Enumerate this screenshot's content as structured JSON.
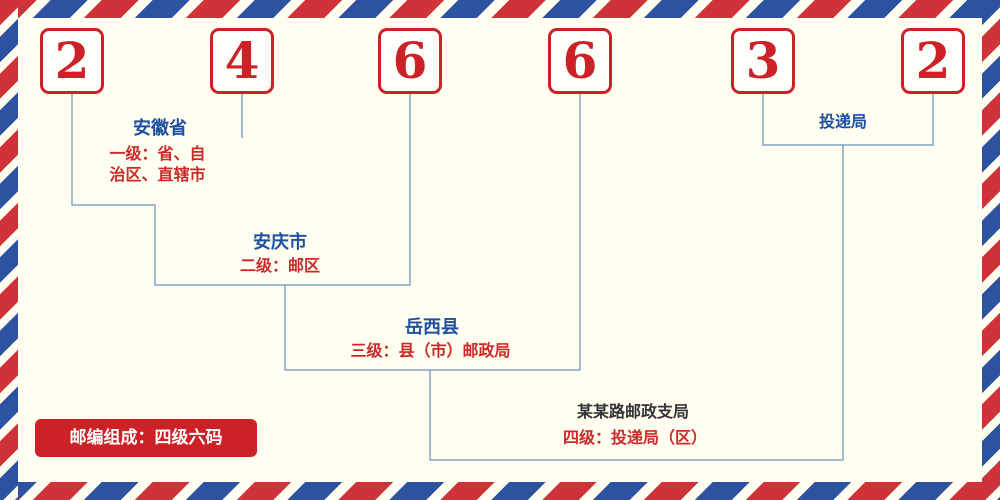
{
  "code": {
    "digits": [
      "2",
      "4",
      "6",
      "6",
      "3",
      "2"
    ]
  },
  "levels": [
    {
      "name": "安徽省",
      "desc": [
        "一级：省、自",
        "治区、直辖市"
      ]
    },
    {
      "name": "安庆市",
      "desc": [
        "二级：邮区"
      ]
    },
    {
      "name": "岳西县",
      "desc": [
        "三级：县（市）邮政局"
      ]
    },
    {
      "name": "某某路邮政支局",
      "desc": [
        "四级：投递局（区）"
      ]
    }
  ],
  "delivery_office_label": "投递局",
  "footer_badge": "邮编组成：四级六码",
  "colors": {
    "digit_red": "#cc2127",
    "label_blue": "#1e50a2",
    "desc_red": "#cc2a2a",
    "line_blue": "#4a7ab5",
    "stripe_red": "#cf3339",
    "stripe_blue": "#2c52a0",
    "background": "#fffef0",
    "badge_background": "#cc2127",
    "badge_text": "#ffffff"
  }
}
